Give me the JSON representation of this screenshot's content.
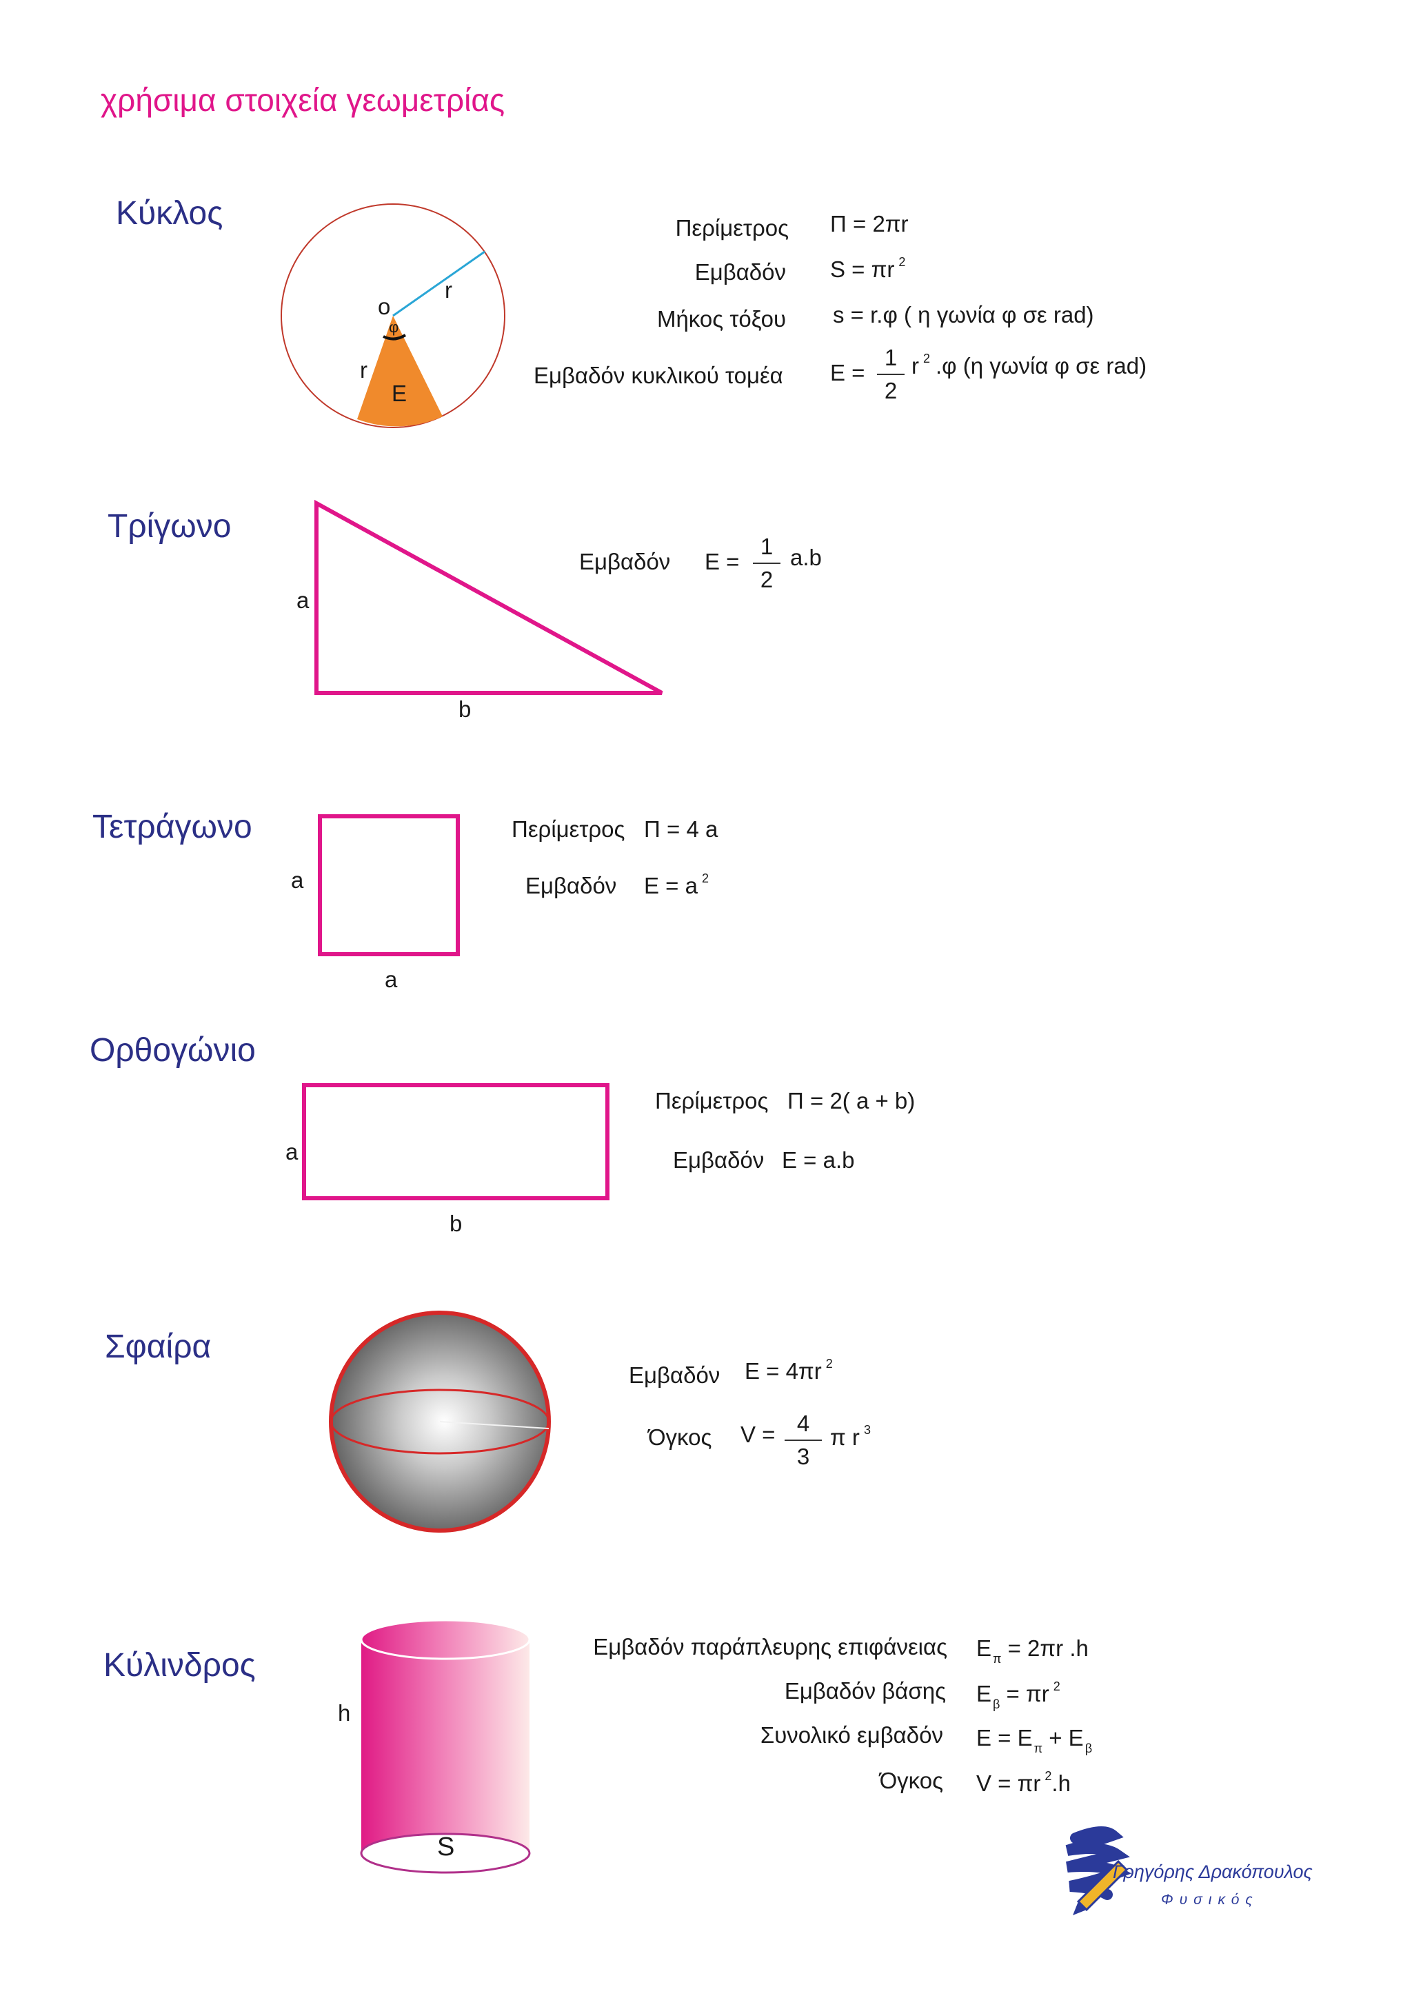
{
  "page_title": "χρήσιμα στοιχεία γεωμετρίας",
  "colors": {
    "title": "#e0168a",
    "section": "#2b2f86",
    "shape": "#e0168a",
    "sector": "#f08a2c",
    "radius": "#2aa6d6",
    "circle": "#c0392b"
  },
  "circle": {
    "title": "Κύκλος",
    "diagram": {
      "center": "o",
      "radius": "r",
      "angle": "φ",
      "sector": "E"
    },
    "rows": [
      {
        "label": "Περίμετρος",
        "formula": "Π = 2πr"
      },
      {
        "label": "Εμβαδόν",
        "formula": "S = πr",
        "sup": "2"
      },
      {
        "label": "Μήκος τόξου",
        "formula": "s = r.φ ( η γωνία φ σε rad)"
      },
      {
        "label": "Εμβαδόν κυκλικού τομέα",
        "prefix": "E =",
        "num": "1",
        "den": "2",
        "mid": "r",
        "sup": "2",
        "suffix": ".φ (η γωνία φ σε rad)"
      }
    ]
  },
  "triangle": {
    "title": "Τρίγωνο",
    "side_a": "a",
    "side_b": "b",
    "label": "Εμβαδόν",
    "prefix": "E =",
    "num": "1",
    "den": "2",
    "suffix": "a.b"
  },
  "square": {
    "title": "Τετράγωνο",
    "side_left": "a",
    "side_bottom": "a",
    "perimeter_label": "Περίμετρος",
    "perimeter_formula": "Π = 4 a",
    "area_label": "Εμβαδόν",
    "area_formula": "E = a",
    "area_sup": "2"
  },
  "rectangle": {
    "title": "Ορθογώνιο",
    "side_a": "a",
    "side_b": "b",
    "perimeter_label": "Περίμετρος",
    "perimeter_formula": "Π = 2( a + b)",
    "area_label": "Εμβαδόν",
    "area_formula": "E = a.b"
  },
  "sphere": {
    "title": "Σφαίρα",
    "area_label": "Εμβαδόν",
    "area_formula": "E = 4πr",
    "area_sup": "2",
    "volume_label": "Όγκος",
    "volume_prefix": "V =",
    "num": "4",
    "den": "3",
    "volume_suffix": "π r",
    "volume_sup": "3"
  },
  "cylinder": {
    "title": "Κύλινδρος",
    "height": "h",
    "base": "S",
    "rows": [
      {
        "label": "Εμβαδόν παράπλευρης επιφάνειας",
        "formula": "E",
        "sub": "π",
        "rest": "= 2πr .h"
      },
      {
        "label": "Εμβαδόν βάσης",
        "formula": "E",
        "sub": "β",
        "rest": "= πr",
        "sup": "2"
      },
      {
        "label": "Συνολικό εμβαδόν",
        "formula": "E = E",
        "sub": "π",
        "rest": "+ E",
        "sub2": "β"
      },
      {
        "label": "Όγκος",
        "formula": "V = πr",
        "sup": "2",
        "rest": ".h"
      }
    ]
  },
  "logo": {
    "name": "Γρηγόρης Δρακόπουλος",
    "role": "Φυσικός"
  }
}
